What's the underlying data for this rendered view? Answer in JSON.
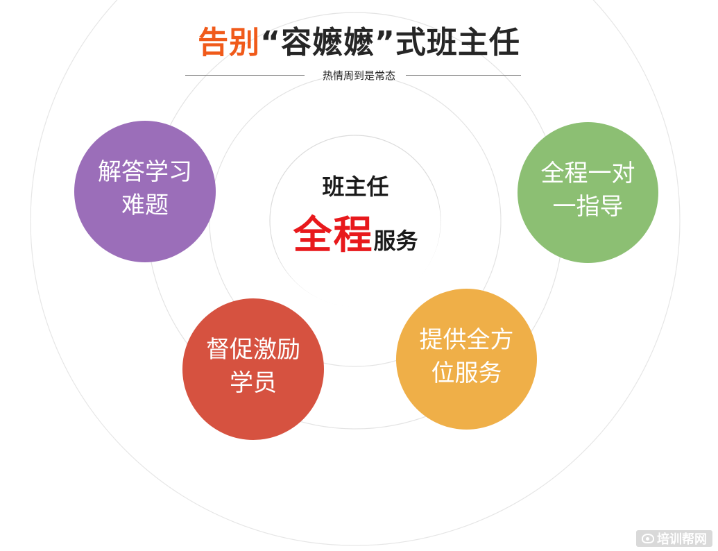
{
  "title": {
    "highlight": "告别",
    "rest": "“容嬷嬷”式班主任"
  },
  "subtitle": "热情周到是常态",
  "center": {
    "role": "班主任",
    "service_big": "全程",
    "service_small": "服务"
  },
  "bubbles": [
    {
      "line1": "解答学习",
      "line2": "难题",
      "color": "#9b6eb9"
    },
    {
      "line1": "全程一对",
      "line2": "一指导",
      "color": "#8cbf73"
    },
    {
      "line1": "督促激励",
      "line2": "学员",
      "color": "#d65240"
    },
    {
      "line1": "提供全方",
      "line2": "位服务",
      "color": "#efaf48"
    }
  ],
  "watermark": {
    "text": "培训帮网",
    "icon": "eye-logo-icon"
  },
  "colors": {
    "title_highlight": "#f05a1a",
    "center_highlight": "#e8191c",
    "ring": "#e3e3e3"
  }
}
